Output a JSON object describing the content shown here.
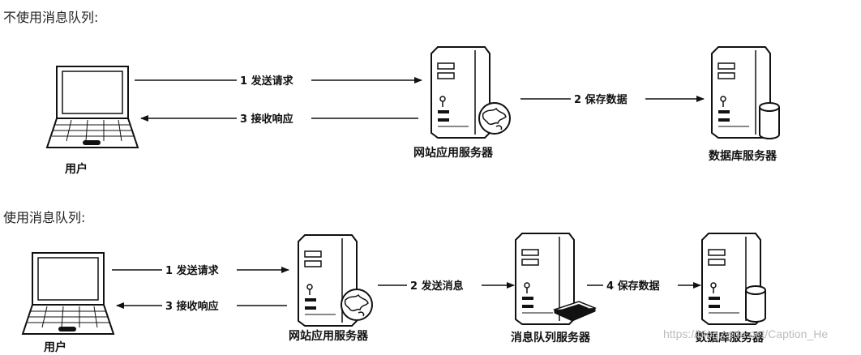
{
  "sections": {
    "without_mq": {
      "title": "不使用消息队列:"
    },
    "with_mq": {
      "title": "使用消息队列:"
    }
  },
  "diagram1": {
    "user_label": "用户",
    "web_server_label": "网站应用服务器",
    "db_server_label": "数据库服务器",
    "arrow_request": "1 发送请求",
    "arrow_response": "3 接收响应",
    "arrow_save": "2 保存数据"
  },
  "diagram2": {
    "user_label": "用户",
    "web_server_label": "网站应用服务器",
    "mq_server_label": "消息队列服务器",
    "db_server_label": "数据库服务器",
    "arrow_request": "1 发送请求",
    "arrow_response": "3 接收响应",
    "arrow_send_msg": "2 发送消息",
    "arrow_save": "4 保存数据"
  },
  "watermark": "https://blog.csdn.net/Caption_He"
}
